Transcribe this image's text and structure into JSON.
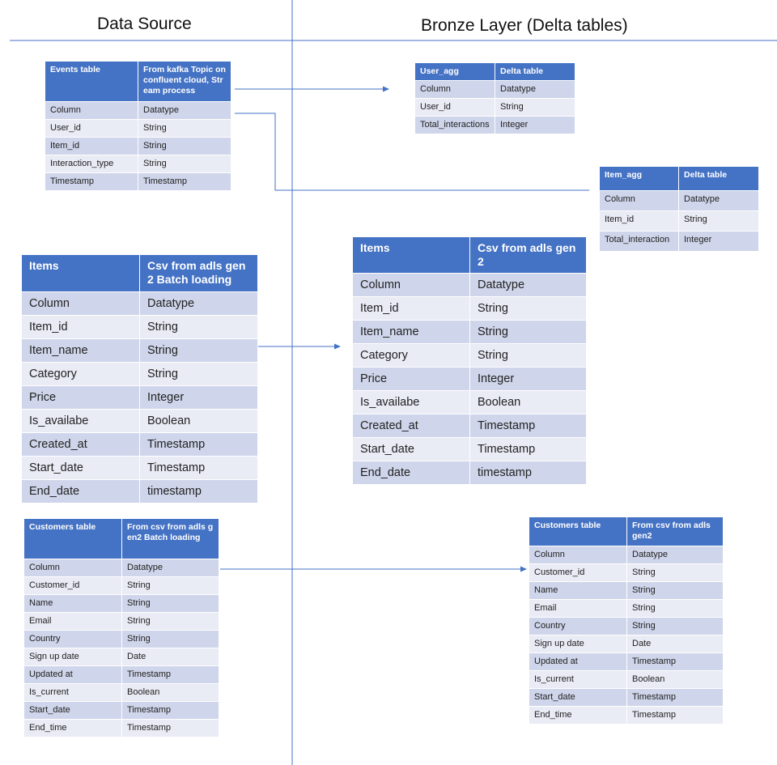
{
  "headings": {
    "data_source": "Data Source",
    "bronze_layer": "Bronze Layer (Delta tables)"
  },
  "tables": {
    "events": {
      "header": [
        "Events table",
        "From kafka Topic on confluent cloud, Stream process"
      ],
      "rows": [
        [
          "Column",
          "Datatype"
        ],
        [
          "User_id",
          "String"
        ],
        [
          "Item_id",
          "String"
        ],
        [
          "Interaction_type",
          "String"
        ],
        [
          "Timestamp",
          "Timestamp"
        ]
      ]
    },
    "user_agg": {
      "header": [
        "User_agg",
        "Delta table"
      ],
      "rows": [
        [
          "Column",
          "Datatype"
        ],
        [
          "User_id",
          "String"
        ],
        [
          "Total_interactions",
          "Integer"
        ]
      ]
    },
    "item_agg": {
      "header": [
        "Item_agg",
        "Delta table"
      ],
      "rows": [
        [
          "Column",
          "Datatype"
        ],
        [
          "Item_id",
          "String"
        ],
        [
          "Total_interaction",
          "Integer"
        ]
      ]
    },
    "items_source": {
      "header": [
        "Items",
        "Csv from adls gen2 Batch loading"
      ],
      "rows": [
        [
          "Column",
          "Datatype"
        ],
        [
          "Item_id",
          "String"
        ],
        [
          "Item_name",
          "String"
        ],
        [
          "Category",
          "String"
        ],
        [
          "Price",
          "Integer"
        ],
        [
          "Is_availabe",
          "Boolean"
        ],
        [
          "Created_at",
          "Timestamp"
        ],
        [
          "Start_date",
          "Timestamp"
        ],
        [
          "End_date",
          "timestamp"
        ]
      ]
    },
    "items_bronze": {
      "header": [
        "Items",
        "Csv from adls gen2"
      ],
      "rows": [
        [
          "Column",
          "Datatype"
        ],
        [
          "Item_id",
          "String"
        ],
        [
          "Item_name",
          "String"
        ],
        [
          "Category",
          "String"
        ],
        [
          "Price",
          "Integer"
        ],
        [
          "Is_availabe",
          "Boolean"
        ],
        [
          "Created_at",
          "Timestamp"
        ],
        [
          "Start_date",
          "Timestamp"
        ],
        [
          "End_date",
          "timestamp"
        ]
      ]
    },
    "customers_source": {
      "header": [
        "Customers table",
        "From csv from adls gen2 Batch loading"
      ],
      "rows": [
        [
          "Column",
          "Datatype"
        ],
        [
          "Customer_id",
          "String"
        ],
        [
          "Name",
          "String"
        ],
        [
          "Email",
          "String"
        ],
        [
          "Country",
          "String"
        ],
        [
          "Sign up date",
          "Date"
        ],
        [
          "Updated at",
          "Timestamp"
        ],
        [
          "Is_current",
          "Boolean"
        ],
        [
          "Start_date",
          "Timestamp"
        ],
        [
          "End_time",
          "Timestamp"
        ]
      ]
    },
    "customers_bronze": {
      "header": [
        "Customers table",
        "From csv from adls gen2"
      ],
      "rows": [
        [
          "Column",
          "Datatype"
        ],
        [
          "Customer_id",
          "String"
        ],
        [
          "Name",
          "String"
        ],
        [
          "Email",
          "String"
        ],
        [
          "Country",
          "String"
        ],
        [
          "Sign up date",
          "Date"
        ],
        [
          "Updated at",
          "Timestamp"
        ],
        [
          "Is_current",
          "Boolean"
        ],
        [
          "Start_date",
          "Timestamp"
        ],
        [
          "End_time",
          "Timestamp"
        ]
      ]
    }
  },
  "colors": {
    "header": "#4472C4",
    "row_odd": "#CFD5EA",
    "row_even": "#E9EBF5",
    "connector": "#4472C4",
    "divider": "#4472C4"
  }
}
